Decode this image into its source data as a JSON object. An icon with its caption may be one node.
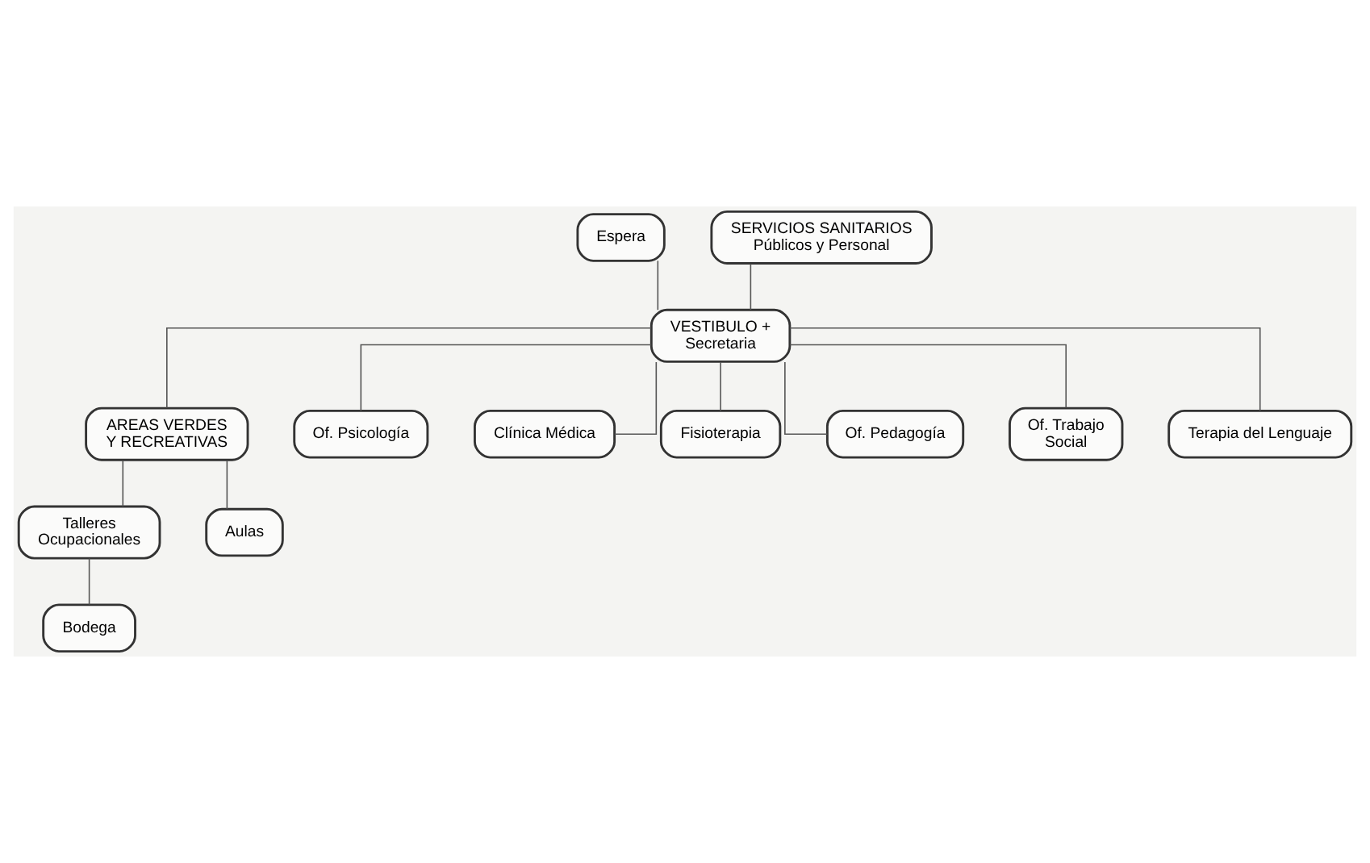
{
  "diagram": {
    "nodes": [
      {
        "text": [
          "Espera"
        ]
      },
      {
        "text": [
          "SERVICIOS SANITARIOS Públicos y Personal"
        ]
      },
      {
        "text": [
          "VESTIBULO + Secretaria"
        ]
      },
      {
        "text": [
          "AREAS VERDES Y RECREATIVAS"
        ]
      },
      {
        "text": [
          "Of. Psicología"
        ]
      },
      {
        "text": [
          "Clínica Médica"
        ]
      },
      {
        "text": [
          "Fisioterapia"
        ]
      },
      {
        "text": [
          "Of. Pedagogía"
        ]
      },
      {
        "text": [
          "Talleres Ocupacionales"
        ]
      },
      {
        "text": [
          "Aulas"
        ]
      },
      {
        "text": [
          "Of. Trabajo Social"
        ]
      },
      {
        "text": [
          "Terapia del Lenguaje"
        ]
      },
      {
        "text": [
          "Bodega"
        ]
      }
    ],
    "edges": [
      {
        "from": 0,
        "to": 2,
        "arrow": "none"
      },
      {
        "from": 1,
        "to": 2,
        "arrow": "none"
      },
      {
        "from": 2,
        "to": 3,
        "arrow": "none"
      },
      {
        "from": 2,
        "to": 4,
        "arrow": "none"
      },
      {
        "from": 2,
        "to": 5,
        "arrow": "none"
      },
      {
        "from": 2,
        "to": 6,
        "arrow": "none"
      },
      {
        "from": 2,
        "to": 7,
        "arrow": "none"
      },
      {
        "from": 2,
        "to": 10,
        "arrow": "none"
      },
      {
        "from": 2,
        "to": 11,
        "arrow": "none"
      },
      {
        "from": 3,
        "to": 8,
        "arrow": "none"
      },
      {
        "from": 3,
        "to": 9,
        "arrow": "none"
      },
      {
        "from": 8,
        "to": 12,
        "arrow": "none"
      }
    ]
  }
}
